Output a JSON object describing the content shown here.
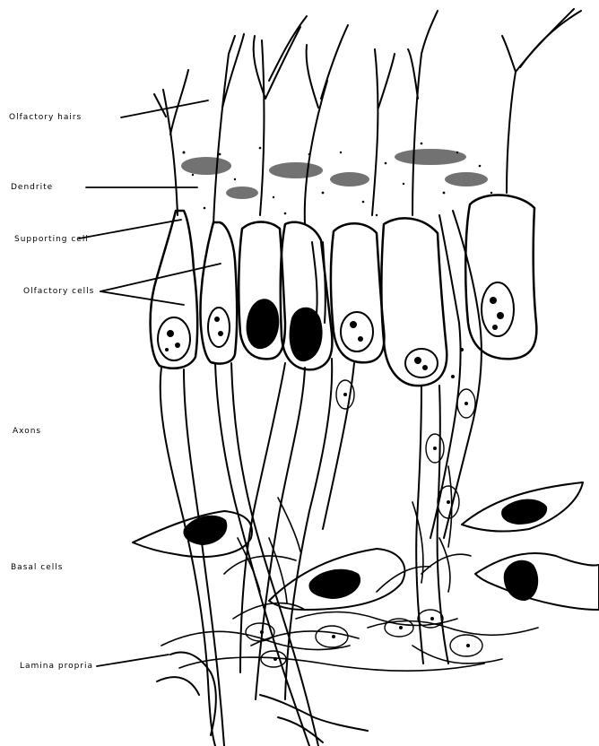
{
  "colors": {
    "ink": "#000000",
    "paper": "#ffffff"
  },
  "labels": {
    "olfactory_hairs": "Olfactory hairs",
    "dendrite": "Dendrite",
    "supporting_cell": "Supporting cell",
    "olfactory_cells": "Olfactory cells",
    "axons": "Axons",
    "basal_cells": "Basal cells",
    "lamina_propria": "Lamina propria"
  }
}
